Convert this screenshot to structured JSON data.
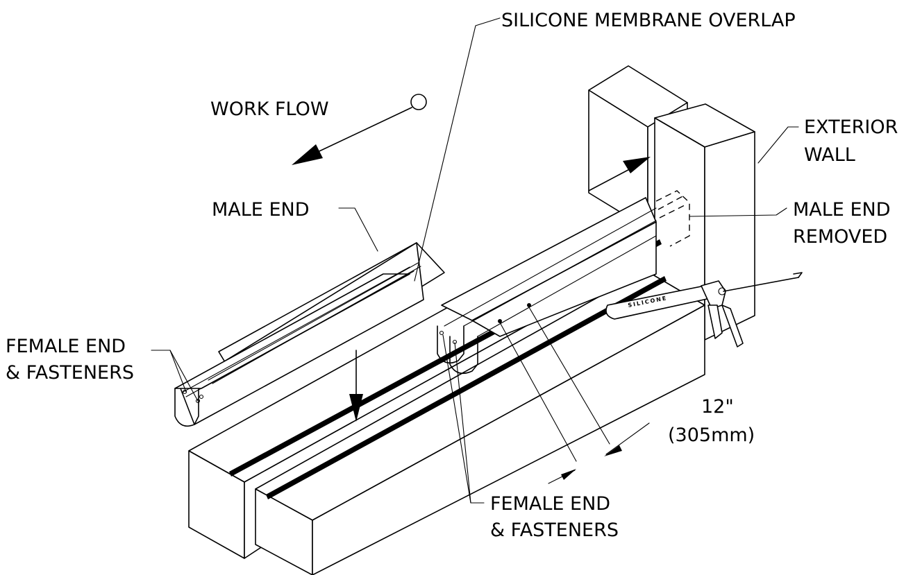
{
  "labels": {
    "silicone_membrane_overlap": "SILICONE MEMBRANE OVERLAP",
    "work_flow": "WORK FLOW",
    "exterior_wall_line1": "EXTERIOR",
    "exterior_wall_line2": "WALL",
    "male_end": "MALE END",
    "male_end_removed_line1": "MALE END",
    "male_end_removed_line2": "REMOVED",
    "female_end_left_line1": "FEMALE END",
    "female_end_left_line2": "& FASTENERS",
    "dimension_line1": "12\"",
    "dimension_line2": "(305mm)",
    "female_end_bottom_line1": "FEMALE END",
    "female_end_bottom_line2": "& FASTENERS",
    "caulk_gun_text": "SILICONE"
  }
}
